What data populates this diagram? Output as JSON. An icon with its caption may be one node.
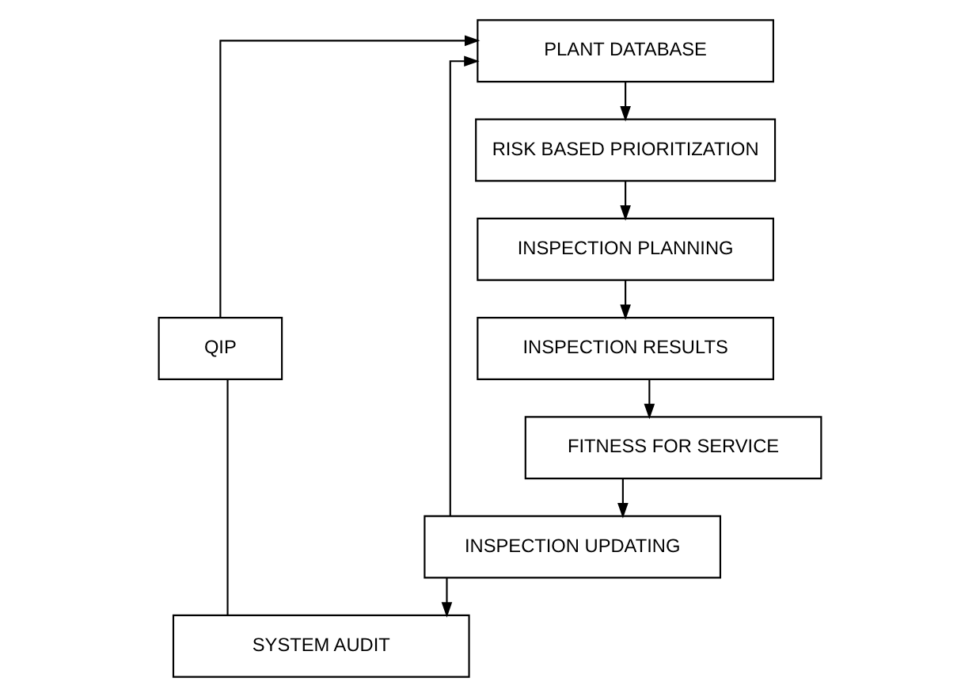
{
  "diagram": {
    "nodes": [
      {
        "text": [
          "PLANT DATABASE"
        ]
      },
      {
        "text": [
          "RISK BASED PRIORITIZATION"
        ]
      },
      {
        "text": [
          "INSPECTION PLANNING"
        ]
      },
      {
        "text": [
          "INSPECTION RESULTS"
        ]
      },
      {
        "text": [
          "FITNESS FOR SERVICE"
        ]
      },
      {
        "text": [
          "INSPECTION UPDATING"
        ]
      },
      {
        "text": [
          "SYSTEM AUDIT"
        ]
      },
      {
        "text": [
          "QIP"
        ]
      }
    ],
    "edges": [
      {
        "from": 0,
        "to": 1,
        "arrow": "to"
      },
      {
        "from": 1,
        "to": 2,
        "arrow": "to"
      },
      {
        "from": 2,
        "to": 3,
        "arrow": "to"
      },
      {
        "from": 3,
        "to": 4,
        "arrow": "to"
      },
      {
        "from": 4,
        "to": 5,
        "arrow": "to"
      },
      {
        "from": 5,
        "to": 6,
        "arrow": "to"
      },
      {
        "from": 6,
        "to": 7,
        "arrow": "none"
      },
      {
        "from": 7,
        "to": 0,
        "arrow": "to"
      },
      {
        "from": 5,
        "to": 0,
        "arrow": "to"
      }
    ]
  }
}
